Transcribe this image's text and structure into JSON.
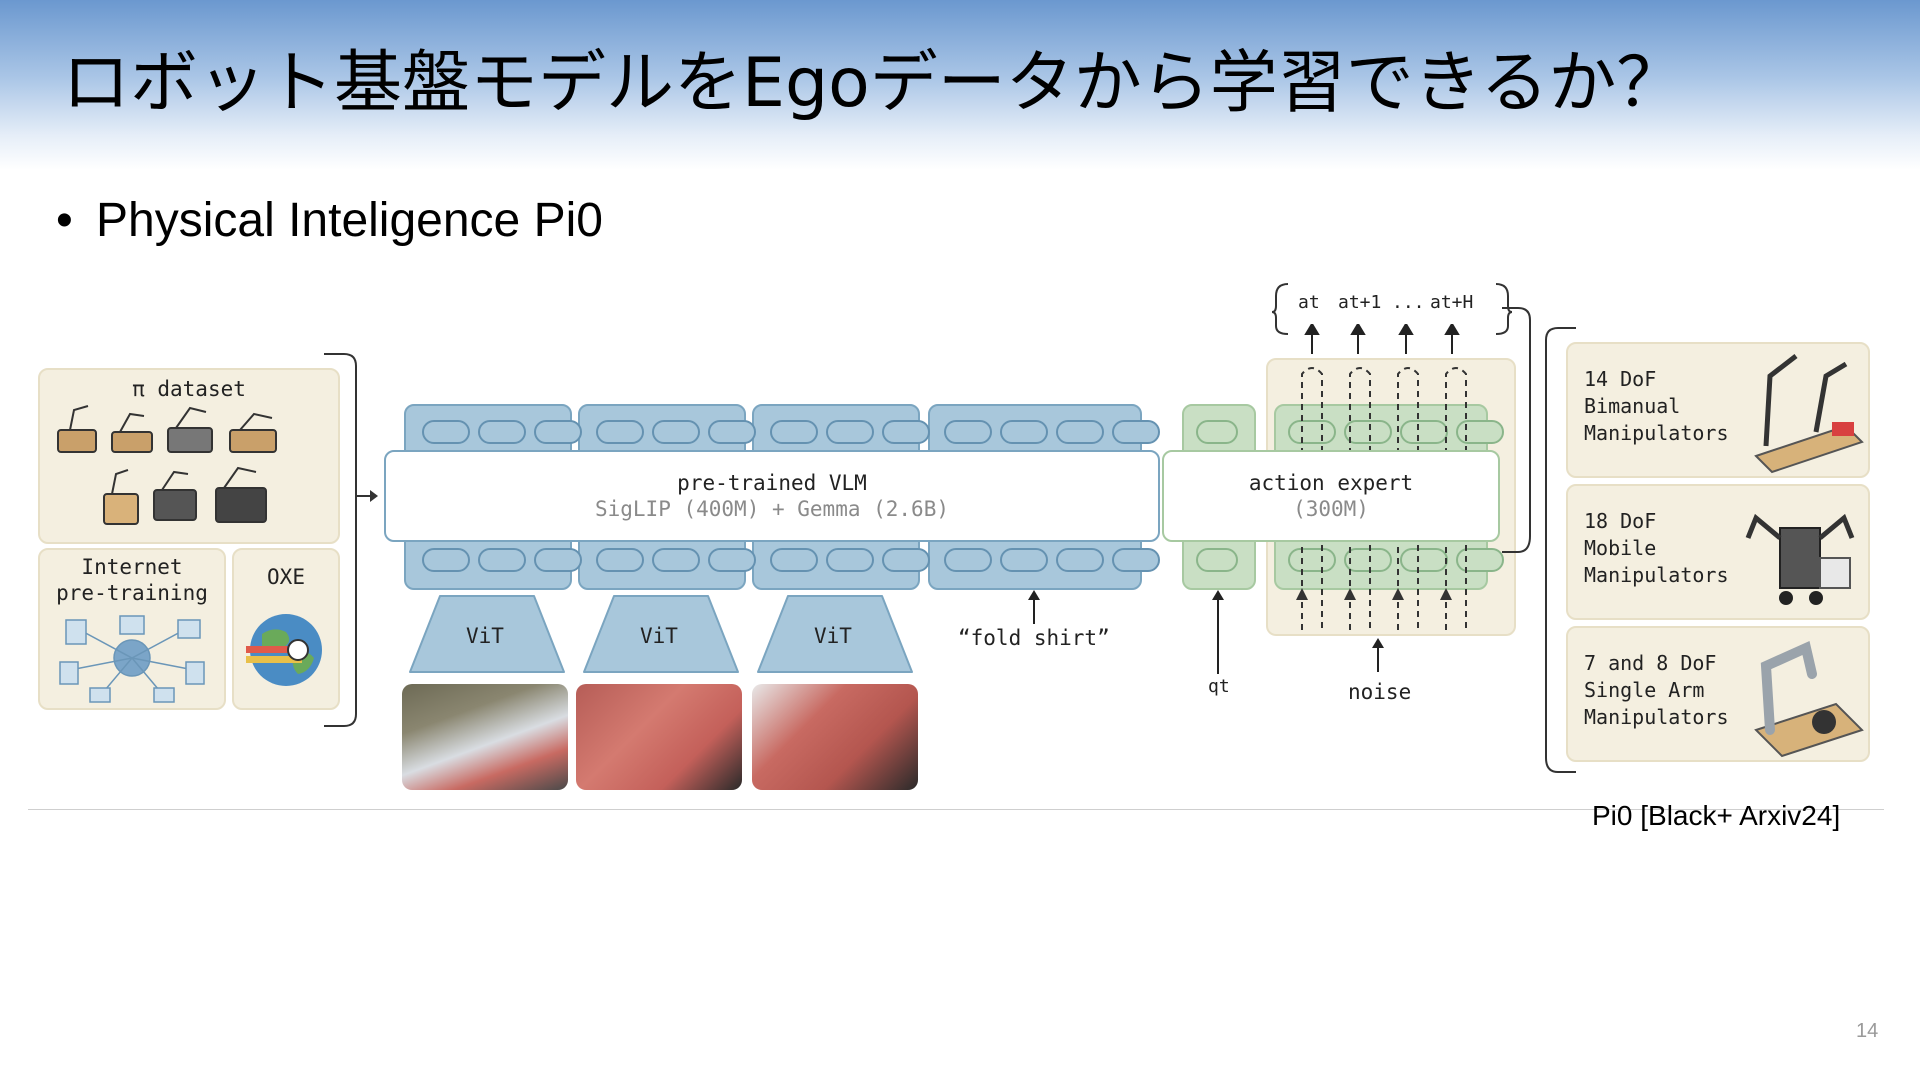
{
  "slide": {
    "title": "ロボット基盤モデルをEgoデータから学習できるか？",
    "bullet_text": "Physical Inteligence Pi0",
    "citation": "Pi0 [Black+ Arxiv24]",
    "page_number": "14"
  },
  "diagram": {
    "dataset_title": "π dataset",
    "internet_title_line1": "Internet",
    "internet_title_line2": "pre-training",
    "oxe_title": "OXE",
    "vlm_title": "pre-trained VLM",
    "vlm_subtitle": "SigLIP (400M) + Gemma (2.6B)",
    "vit_labels": [
      "ViT",
      "ViT",
      "ViT"
    ],
    "language_input": "“fold shirt”",
    "action_expert_title": "action expert",
    "action_expert_subtitle": "(300M)",
    "state_input": "qt",
    "noise_input": "noise",
    "action_outputs": [
      "at",
      "at+1",
      "...",
      "at+H"
    ],
    "robots": [
      {
        "line1": "14 DoF",
        "line2": "Bimanual",
        "line3": "Manipulators"
      },
      {
        "line1": "18 DoF",
        "line2": "Mobile",
        "line3": "Manipulators"
      },
      {
        "line1": "7 and 8 DoF",
        "line2": "Single Arm",
        "line3": "Manipulators"
      }
    ]
  },
  "colors": {
    "vlm_blue": "#a8c7db",
    "expert_green": "#c9dfc4",
    "card_beige": "#f4efe0",
    "header_blue": "#6b98cf"
  }
}
